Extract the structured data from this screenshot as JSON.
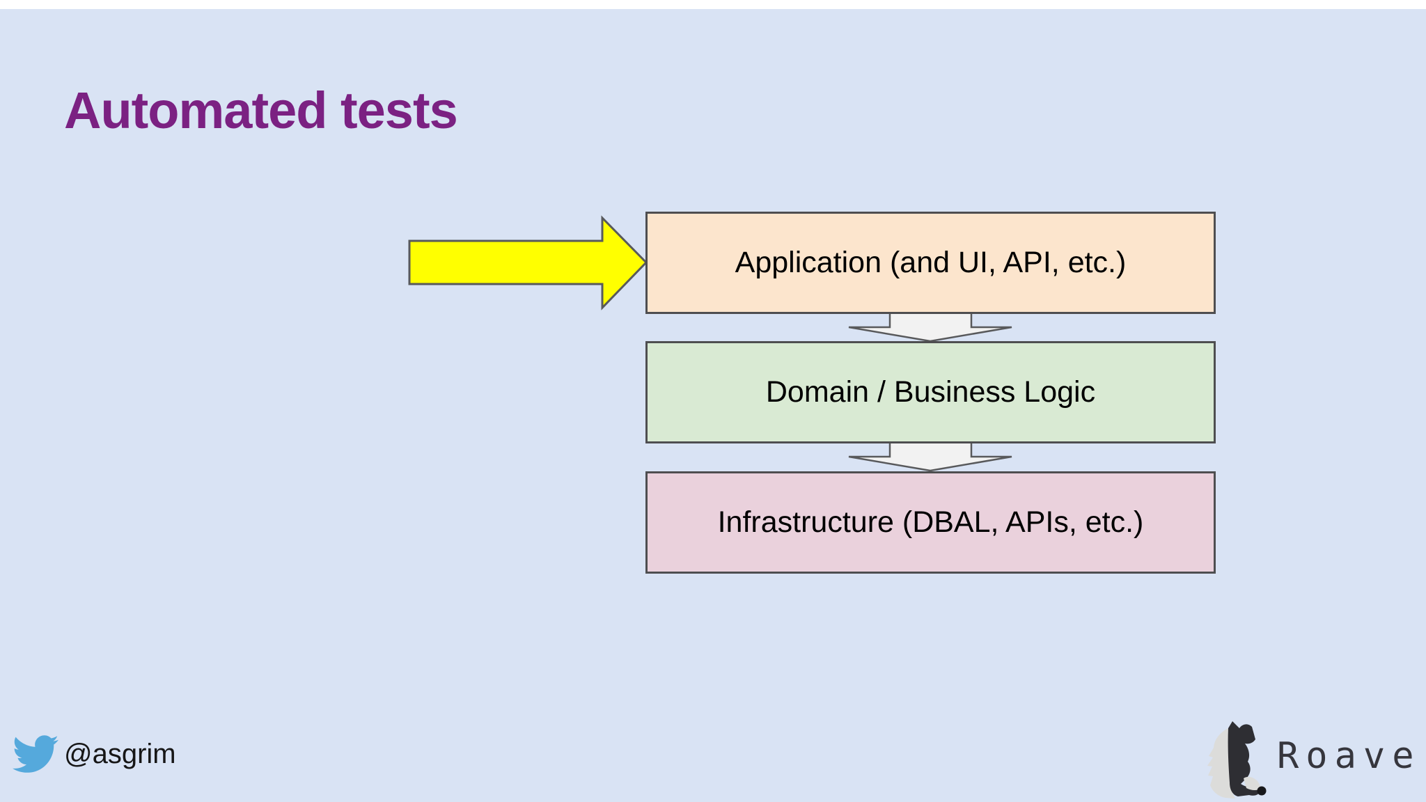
{
  "slide": {
    "title": "Automated tests",
    "title_color": "#7B2182",
    "background_color": "#D9E3F4",
    "top_strip_color": "#FFFFFF"
  },
  "diagram": {
    "layers": [
      {
        "label": "Application (and UI, API, etc.)",
        "fill": "#FCE5CD"
      },
      {
        "label": "Domain / Business Logic",
        "fill": "#D9EAD3"
      },
      {
        "label": "Infrastructure (DBAL, APIs, etc.)",
        "fill": "#EAD1DC"
      }
    ],
    "box_border_color": "#4E4E50",
    "pointer_arrow": {
      "direction": "right",
      "fill": "#FFFF00",
      "outline": "#58595B"
    },
    "flow_arrow": {
      "direction": "down",
      "count": 2,
      "fill": "#F2F2F2",
      "outline": "#58595B"
    }
  },
  "footer": {
    "twitter": {
      "handle": "@asgrim",
      "icon": "twitter-bird-icon",
      "icon_color": "#55A9DC"
    },
    "brand": {
      "name": "Roave",
      "icon": "roave-dog-icon",
      "text_color": "#36363D",
      "dark_color": "#2E2E33",
      "light_color": "#DCDCDA"
    }
  }
}
